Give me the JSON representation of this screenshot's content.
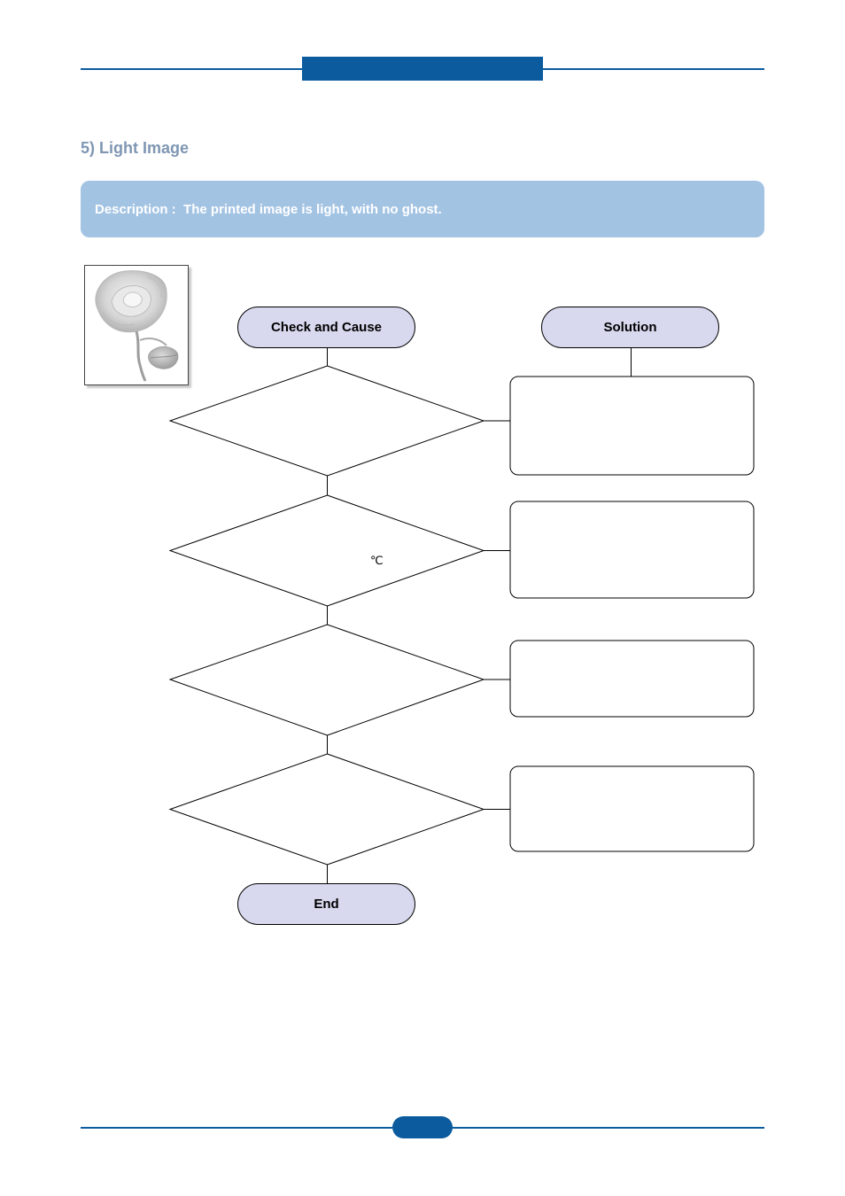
{
  "section": {
    "title": "5) Light Image"
  },
  "description": {
    "label": "Description :",
    "text": "The printed image is light, with no ghost."
  },
  "flowchart": {
    "check_header": "Check and Cause",
    "solution_header": "Solution",
    "end_label": "End",
    "diamond_2_symbol": "℃"
  },
  "thumbnail": {
    "icon": "rose-sample-icon"
  },
  "colors": {
    "brand_blue": "#0b5b9e",
    "description_bg": "#a3c3e3",
    "title_color": "#7f97b3",
    "pill_fill": "#d8d9ee"
  }
}
